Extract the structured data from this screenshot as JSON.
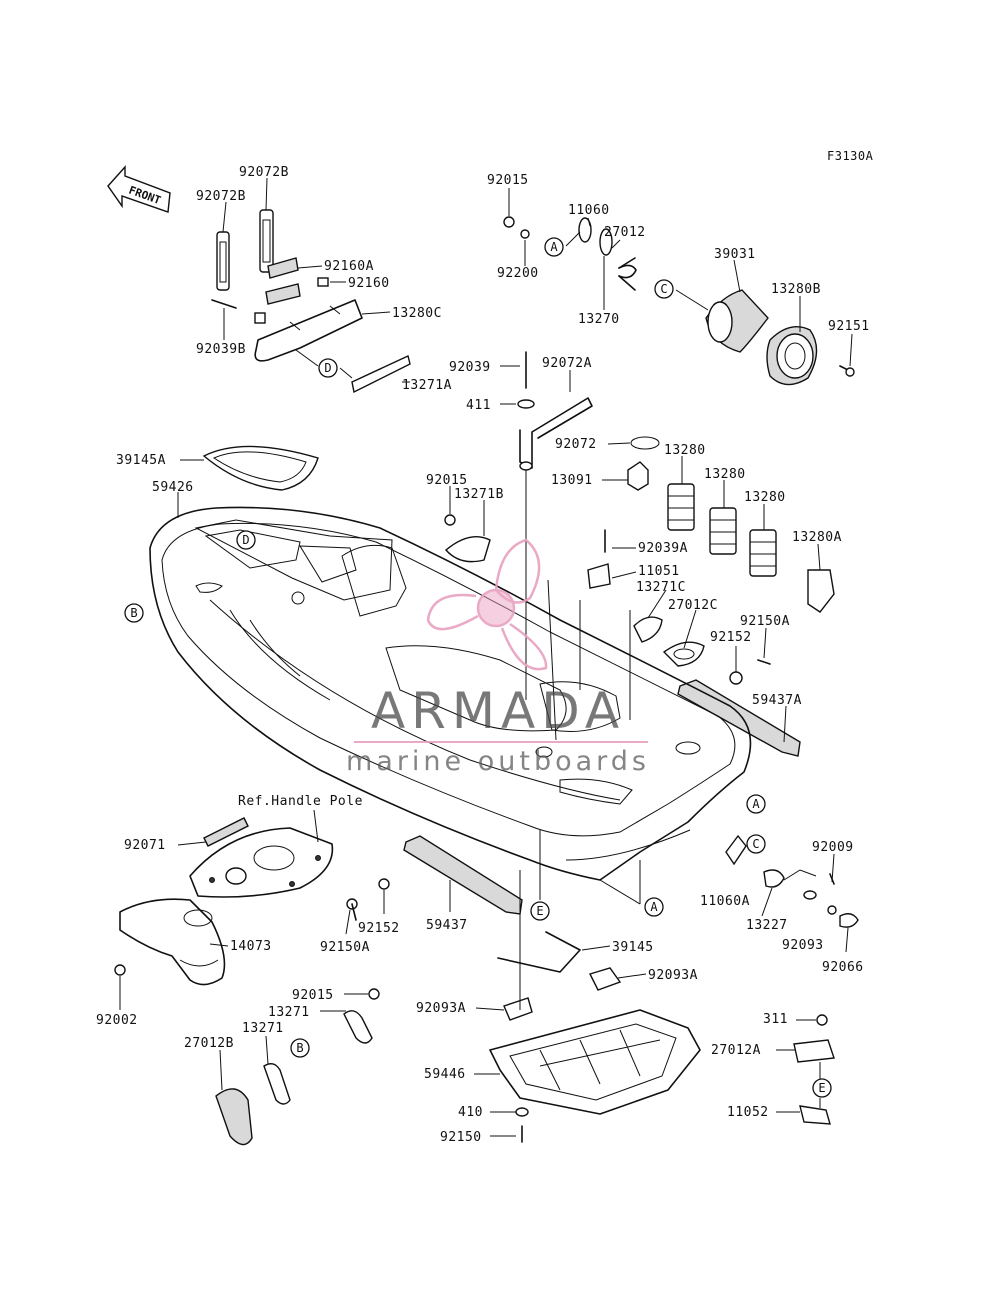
{
  "figure_code": "F3130A",
  "front_marker": "FRONT",
  "reference_note": "Ref.Handle Pole",
  "watermark": {
    "brand": "ARMADA",
    "tagline": "marine outboards",
    "accent_color": "#e8a0bf",
    "text_color": "#444444"
  },
  "callouts": [
    "A",
    "B",
    "C",
    "D",
    "E"
  ],
  "part_labels": [
    "92072B",
    "92072B",
    "92160A",
    "92160",
    "13280C",
    "92039B",
    "13271A",
    "92015",
    "11060",
    "27012",
    "92200",
    "13270",
    "39031",
    "13280B",
    "92151",
    "92039",
    "92072A",
    "411",
    "92072",
    "13091",
    "13280",
    "13280",
    "13280",
    "13280A",
    "92015",
    "13271B",
    "39145A",
    "59426",
    "92039A",
    "11051",
    "13271C",
    "27012C",
    "92150A",
    "92152",
    "59437A",
    "92071",
    "14073",
    "92002",
    "92150A",
    "92152",
    "59437",
    "39145",
    "92093A",
    "92093A",
    "59446",
    "410",
    "92150",
    "92015",
    "13271",
    "13271",
    "27012B",
    "92009",
    "11060A",
    "13227",
    "92093",
    "92066",
    "311",
    "27012A",
    "11052"
  ]
}
